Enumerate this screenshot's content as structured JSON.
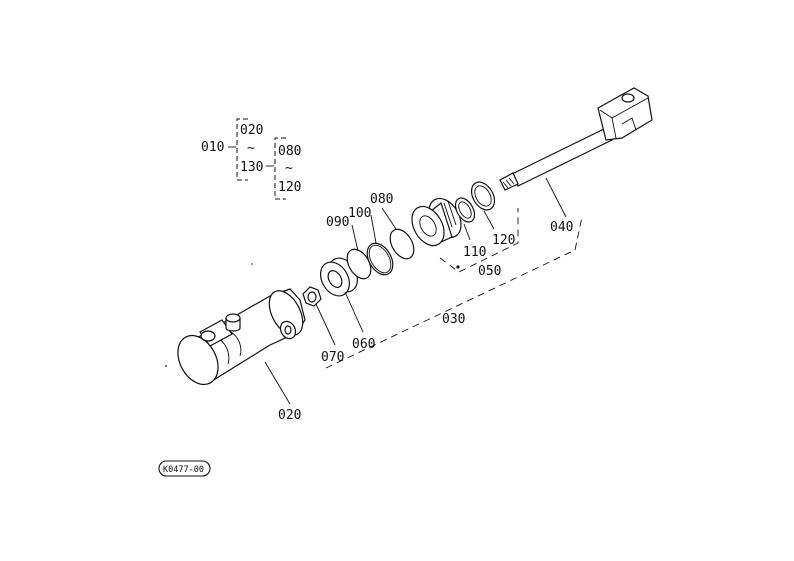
{
  "legend": {
    "assembly": "010",
    "range1_start": "020",
    "range1_tilde": "~",
    "range1_end": "130",
    "range2_start": "080",
    "range2_tilde": "~",
    "range2_end": "120"
  },
  "callouts": {
    "c020": "020",
    "c030": "030",
    "c040": "040",
    "c050": "050",
    "c060": "060",
    "c070": "070",
    "c080": "080",
    "c090": "090",
    "c100": "100",
    "c110": "110",
    "c120": "120"
  },
  "stamp": {
    "code": "K0477-00"
  }
}
